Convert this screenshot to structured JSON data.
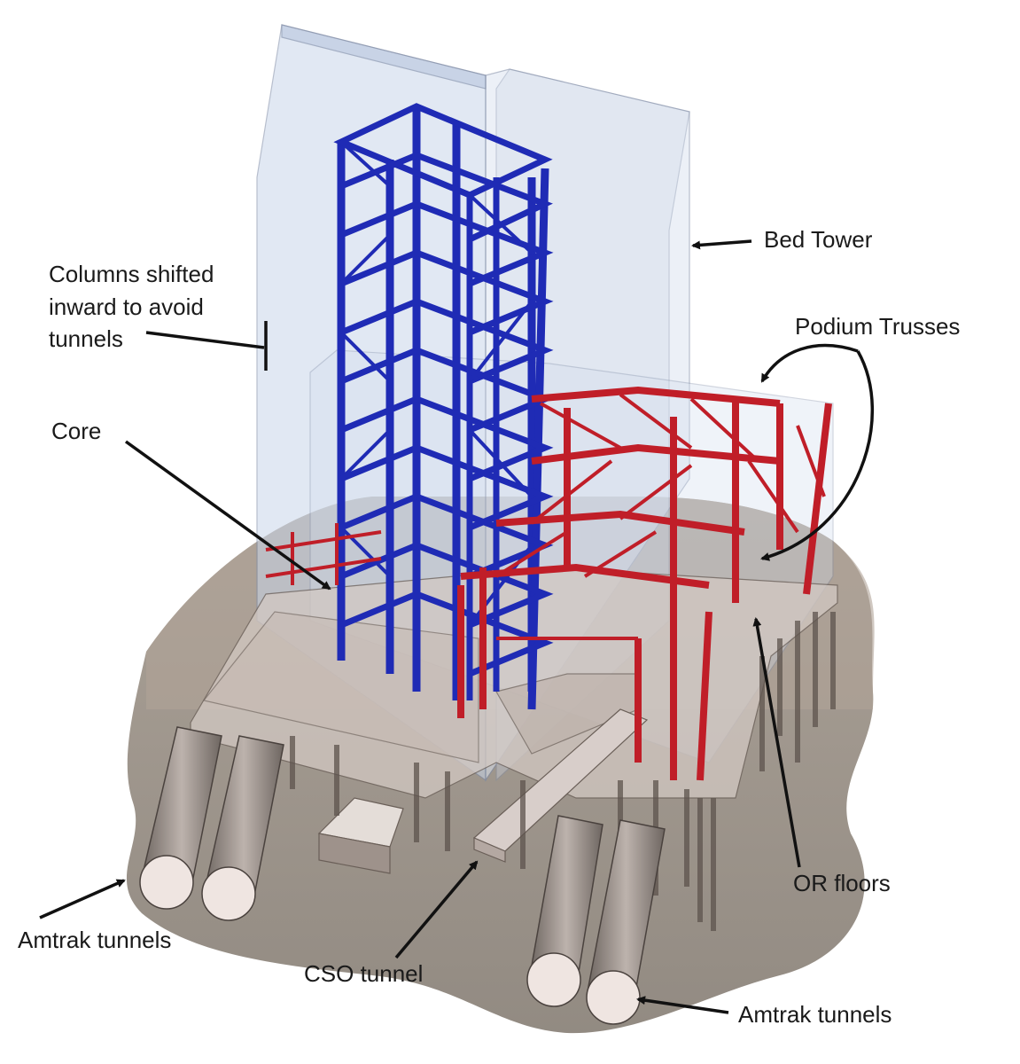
{
  "labels": {
    "bed_tower": "Bed Tower",
    "columns_line1": "Columns shifted",
    "columns_line2": "inward to avoid",
    "columns_line3": "tunnels",
    "podium_trusses": "Podium Trusses",
    "core": "Core",
    "or_floors": "OR floors",
    "amtrak_left": "Amtrak tunnels",
    "cso_tunnel": "CSO tunnel",
    "amtrak_right": "Amtrak tunnels"
  },
  "colors": {
    "core_steel": "#1f2bb5",
    "podium_steel": "#c01e28",
    "glass": "#c9d6ea",
    "soil": "#8d8378",
    "soil_light": "#b8aea2",
    "tunnel": "#efe5e1",
    "foundation": "#d2c8c2",
    "arrow": "#111111"
  }
}
